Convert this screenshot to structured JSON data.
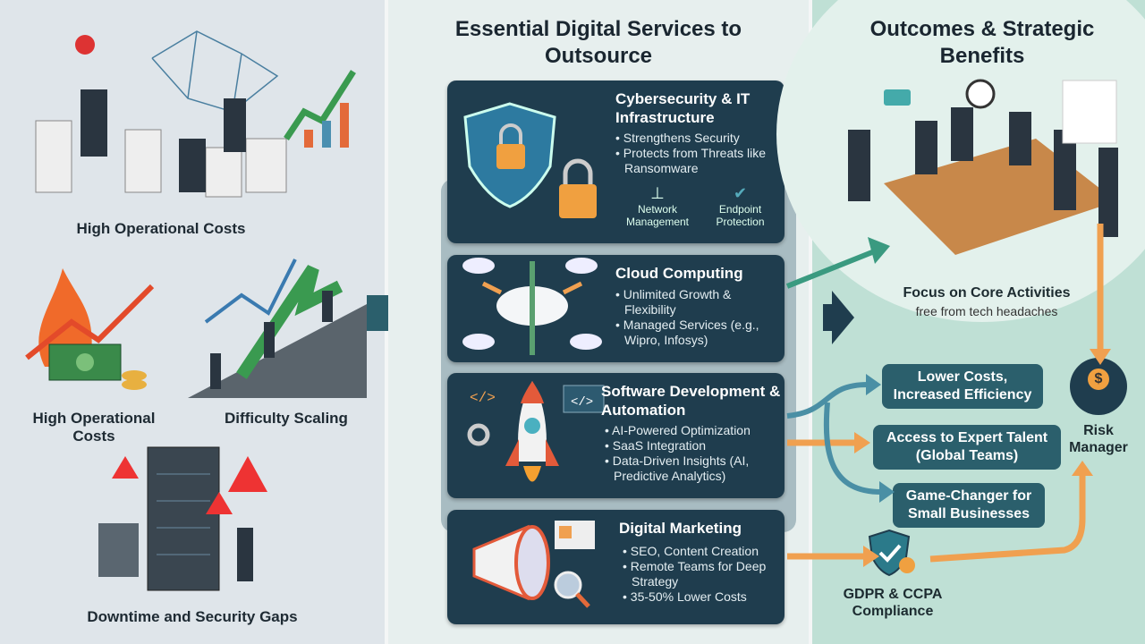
{
  "left": {
    "problems": [
      "High Operational Costs",
      "High Operational Costs",
      "Difficulty Scaling",
      "Downtime and Security Gaps"
    ]
  },
  "middle": {
    "title": "Essential Digital Services to Outsource",
    "services": [
      {
        "title": "Cybersecurity & IT Infrastructure",
        "bullets": [
          "Strengthens Security",
          "Protects from Threats like Ransomware"
        ],
        "sub": [
          "Network Management",
          "Endpoint Protection"
        ]
      },
      {
        "title": "Cloud Computing",
        "bullets": [
          "Unlimited Growth & Flexibility",
          "Managed Services (e.g., Wipro, Infosys)"
        ]
      },
      {
        "title": "Software Development & Automation",
        "bullets": [
          "AI-Powered Optimization",
          "SaaS Integration",
          "Data-Driven Insights (AI, Predictive Analytics)"
        ]
      },
      {
        "title": "Digital Marketing",
        "bullets": [
          "SEO, Content Creation",
          "Remote Teams for Deep Strategy",
          "35-50% Lower Costs"
        ]
      }
    ]
  },
  "right": {
    "title": "Outcomes & Strategic Benefits",
    "focus": "Focus on Core Activities",
    "focus_sub": "free from tech headaches",
    "benefits": [
      "Lower Costs, Increased Efficiency",
      "Access to Expert Talent (Global Teams)",
      "Game-Changer for Small Businesses"
    ],
    "risk": "Risk Manager",
    "compliance": "GDPR & CCPA Compliance"
  },
  "colors": {
    "card": "#1f3d4e",
    "accent_orange": "#f0a050",
    "accent_teal": "#4a8fa5"
  }
}
